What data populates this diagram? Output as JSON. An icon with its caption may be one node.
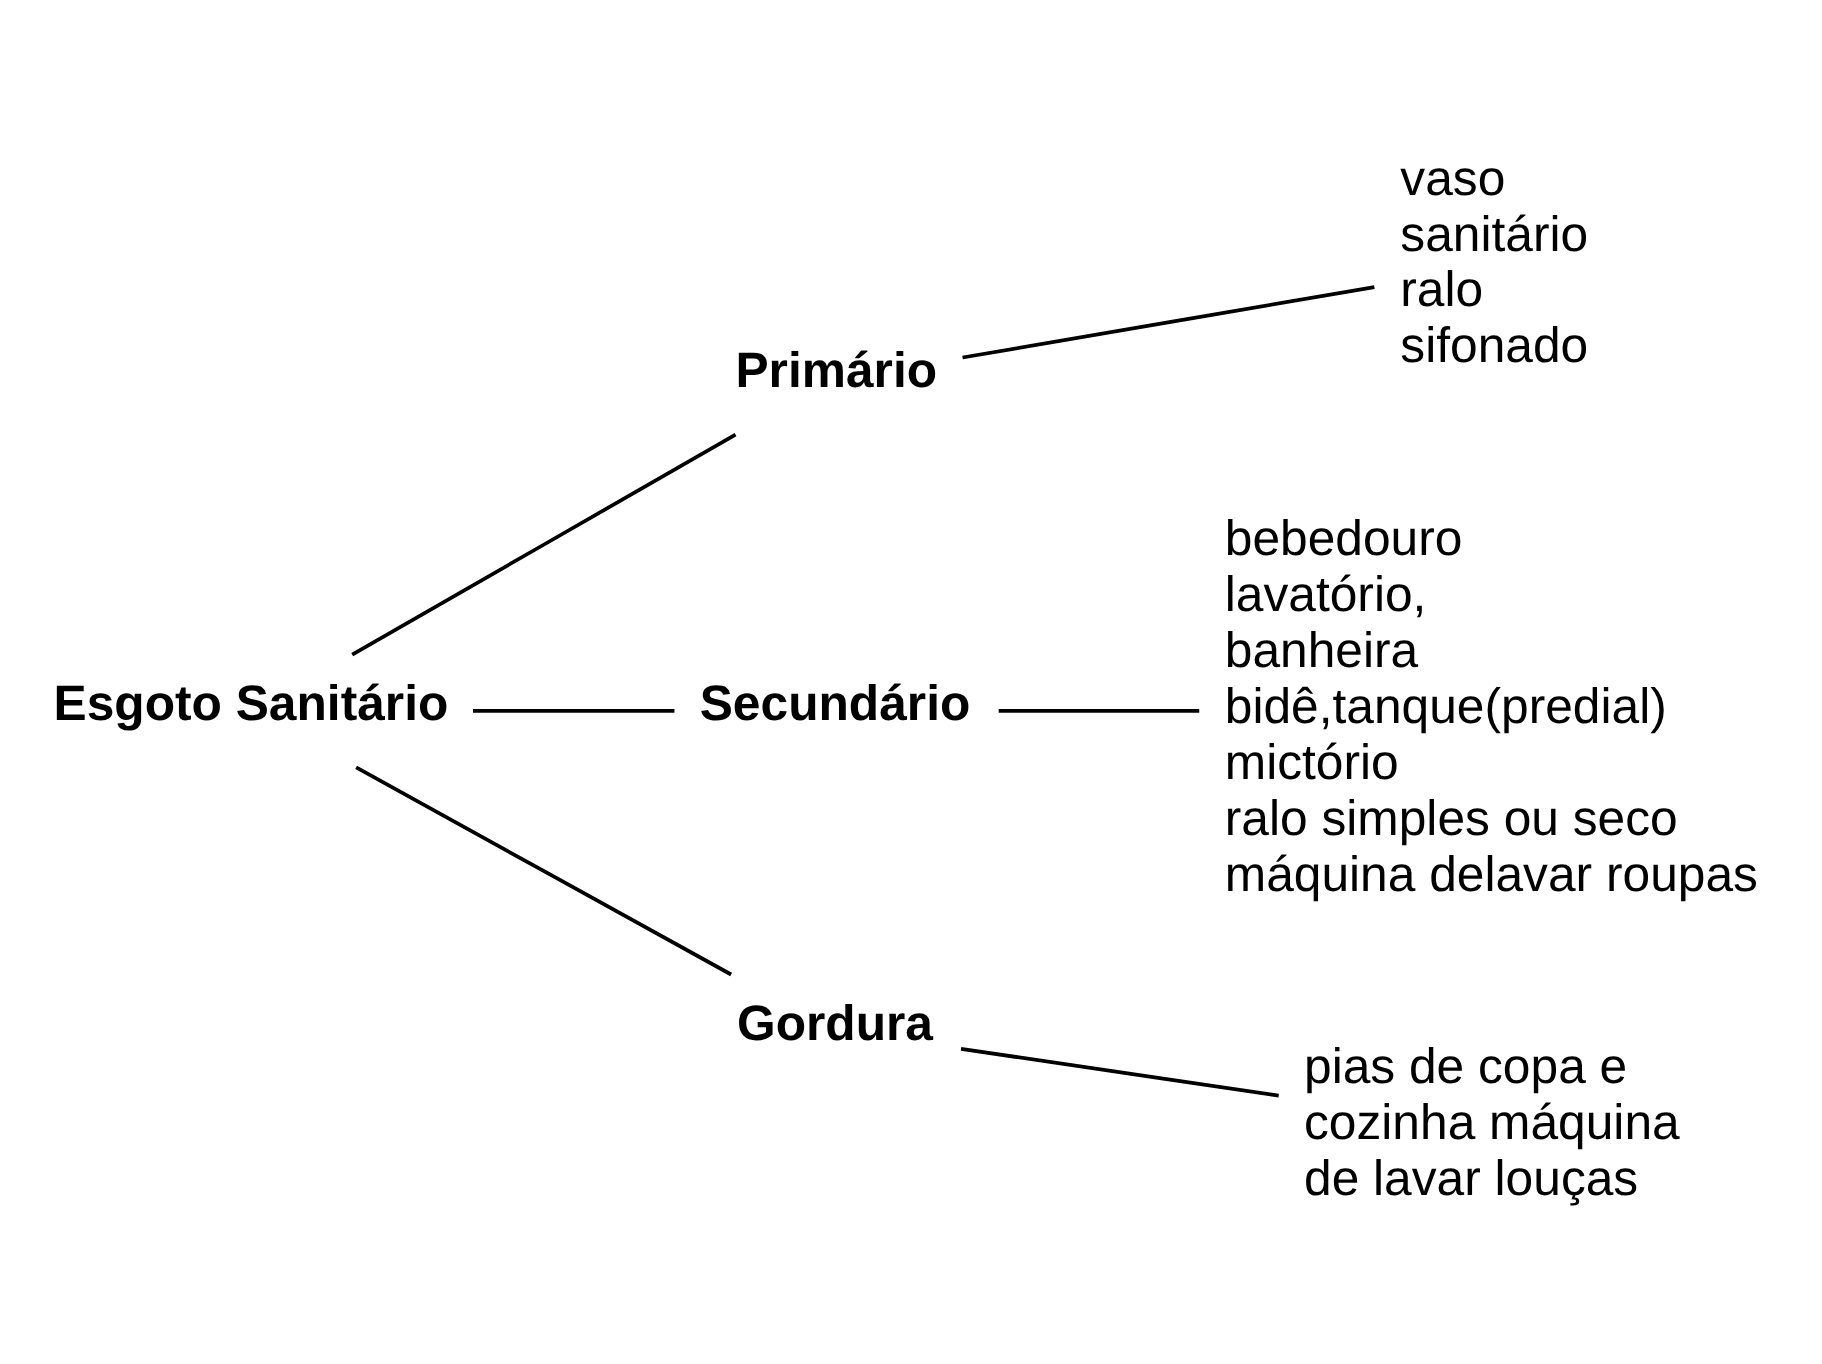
{
  "diagram": {
    "nodes": [
      {
        "text": [
          "Esgoto Sanitário"
        ]
      },
      {
        "text": [
          "Primário"
        ]
      },
      {
        "text": [
          "Secundário"
        ]
      },
      {
        "text": [
          "Gordura"
        ]
      },
      {
        "text": [
          "vaso",
          "sanitário",
          "ralo",
          "sifonado"
        ]
      },
      {
        "text": [
          "bebedouro",
          "lavatório,",
          "banheira",
          "bidê,tanque(predial)",
          "mictório",
          "ralo simples ou seco",
          "máquina delavar roupas"
        ]
      },
      {
        "text": [
          "pias de copa e",
          "cozinha máquina",
          "de lavar louças"
        ]
      }
    ],
    "edges": [
      {
        "from": 0,
        "to": 1,
        "arrow": "none"
      },
      {
        "from": 0,
        "to": 2,
        "arrow": "none"
      },
      {
        "from": 0,
        "to": 3,
        "arrow": "none"
      },
      {
        "from": 1,
        "to": 4,
        "arrow": "none"
      },
      {
        "from": 2,
        "to": 5,
        "arrow": "none"
      },
      {
        "from": 3,
        "to": 6,
        "arrow": "none"
      }
    ]
  }
}
